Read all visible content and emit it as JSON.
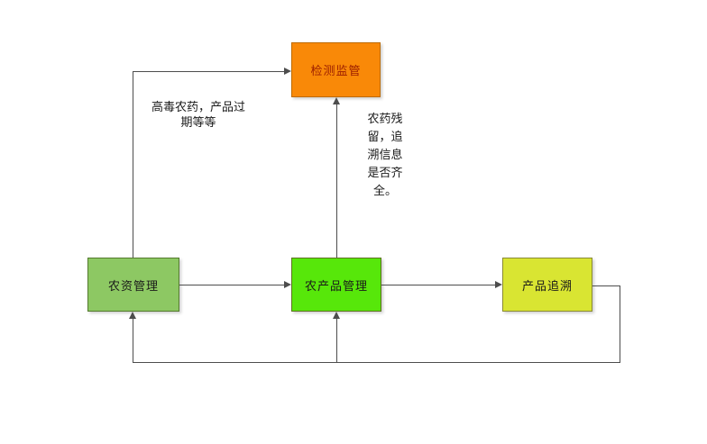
{
  "diagram": {
    "background_color": "#ffffff",
    "connector_color": "#4d4d4d",
    "nodes": [
      {
        "id": "detection-supervision",
        "label": "检测监管",
        "fill": "#F98908",
        "border": "#BE6A00",
        "text_color": "#9C1E00"
      },
      {
        "id": "agri-materials-mgmt",
        "label": "农资管理",
        "fill": "#8DC863",
        "border": "#547A2E",
        "text_color": "#1A1A1A"
      },
      {
        "id": "agri-products-mgmt",
        "label": "农产品管理",
        "fill": "#57E70A",
        "border": "#5D7221",
        "text_color": "#1A1A1A"
      },
      {
        "id": "product-traceability",
        "label": "产品追溯",
        "fill": "#D9E532",
        "border": "#8A8A33",
        "text_color": "#1A1A1A"
      }
    ],
    "annotations": [
      {
        "id": "note-toxic-pesticides",
        "text": "高毒农药，产品过\n期等等"
      },
      {
        "id": "note-residue-trace",
        "text": "农药残\n留，追\n溯信息\n是否齐\n全。"
      }
    ]
  }
}
